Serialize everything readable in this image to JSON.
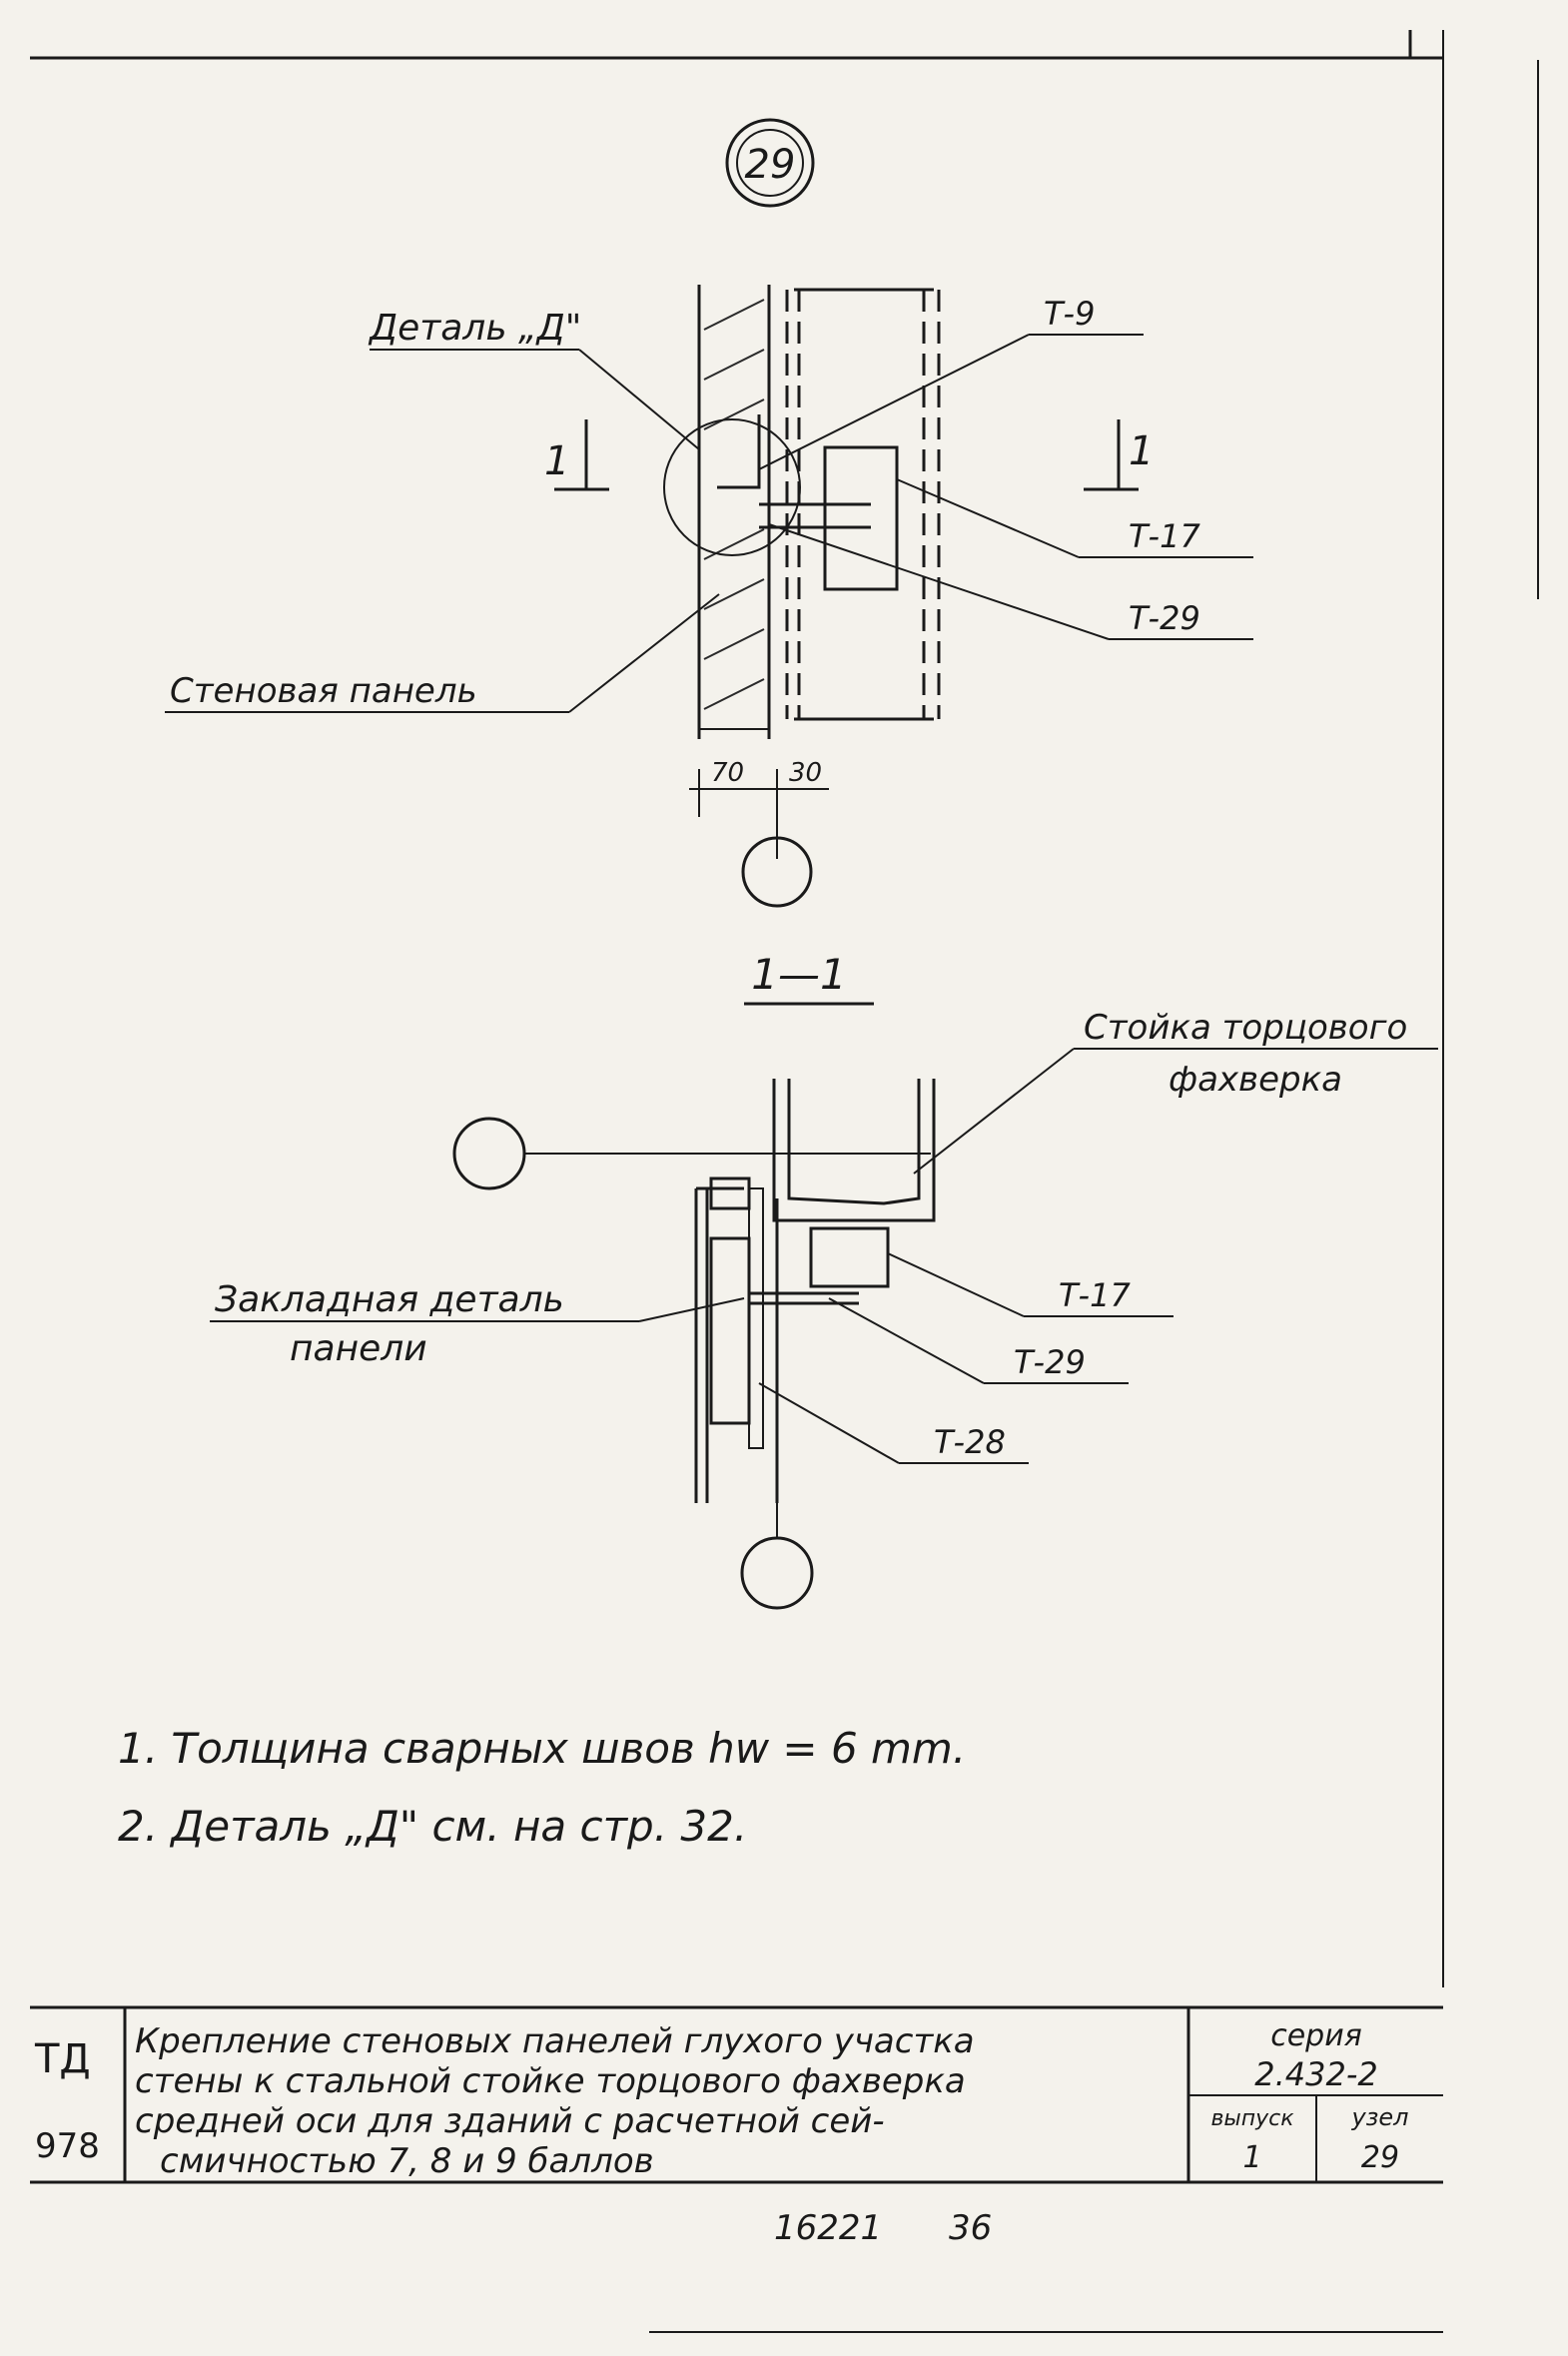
{
  "node_badge": "29",
  "top_view": {
    "detail_callout": "Деталь „Д\"",
    "wall_panel": "Стеновая панель",
    "labels": [
      "Т-9",
      "Т-17",
      "Т-29"
    ],
    "section_left": "1",
    "section_right": "1",
    "dim_70": "70",
    "dim_30": "30"
  },
  "section": {
    "title": "1—1",
    "column_label_1": "Стойка торцового",
    "column_label_2": "фахверка",
    "embed_label_1": "Закладная деталь",
    "embed_label_2": "панели",
    "labels": [
      "Т-17",
      "Т-29",
      "Т-28"
    ]
  },
  "notes": [
    "1. Толщина сварных швов hw = 6 mm.",
    "2. Деталь „Д\" см. на стр. 32."
  ],
  "title_block": {
    "org_1": "ТД",
    "org_2": "978",
    "title_1": "Крепление стеновых панелей глухого участка",
    "title_2": "стены к стальной стойке торцового фахверка",
    "title_3": "средней оси для зданий с расчетной сей-",
    "title_4": "смичностью 7, 8 и 9 баллов",
    "series_label": "серия",
    "series_value": "2.432-2",
    "issue_label": "выпуск",
    "issue_value": "1",
    "node_label": "узел",
    "node_value": "29"
  },
  "footer": {
    "code": "16221",
    "page": "36"
  }
}
